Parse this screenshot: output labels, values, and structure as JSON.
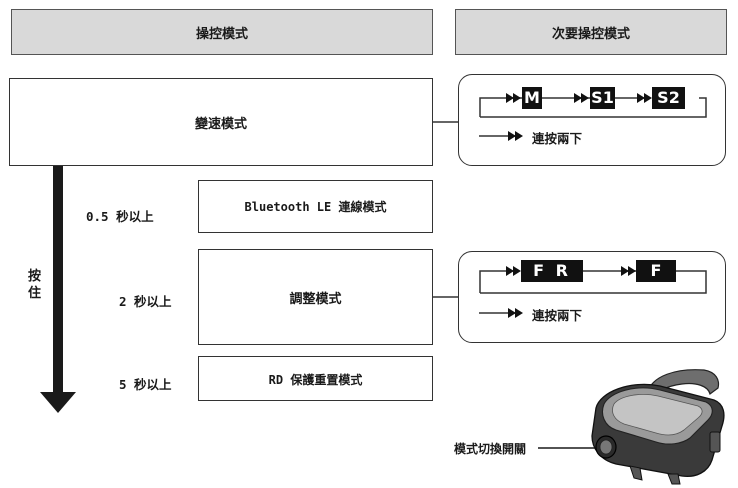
{
  "headers": {
    "main": "操控模式",
    "sub": "次要操控模式"
  },
  "shift_mode": {
    "label": "變速模式",
    "cycle": [
      "M",
      "S1",
      "S2"
    ],
    "legend": "連按兩下"
  },
  "hold_label": "按住",
  "modes": [
    {
      "time": "0.5 秒以上",
      "label": "Bluetooth LE 連線模式"
    },
    {
      "time": "2 秒以上",
      "label": "調整模式"
    },
    {
      "time": "5 秒以上",
      "label": "RD 保護重置模式"
    }
  ],
  "adjust_mode": {
    "cycle": [
      "F R",
      "F"
    ],
    "legend": "連按兩下"
  },
  "switch_label": "模式切換開關"
}
